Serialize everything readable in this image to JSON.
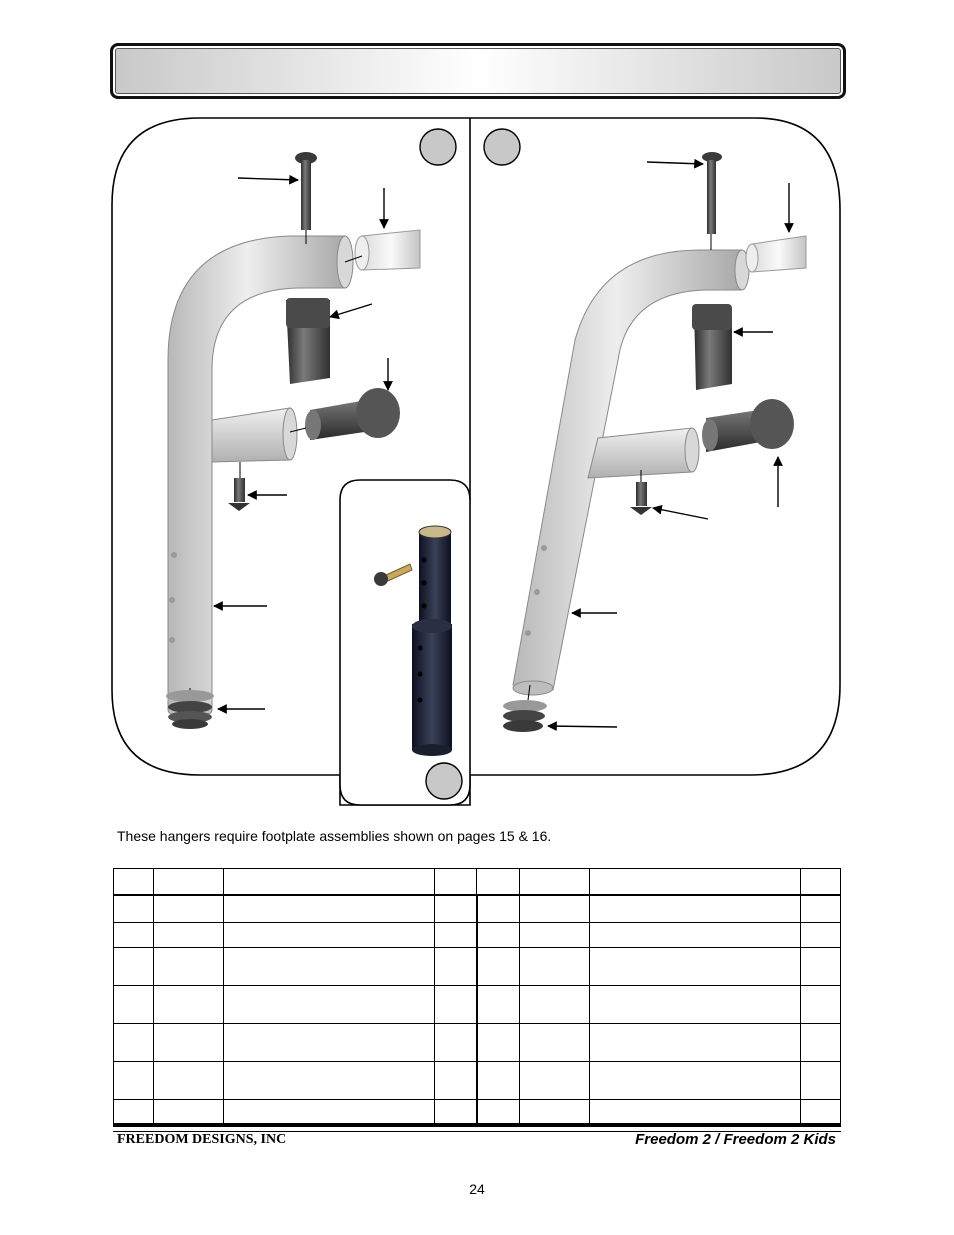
{
  "header": {
    "title": ""
  },
  "note": "These hangers require footplate assemblies shown on pages 15 & 16.",
  "parts_table": {
    "col_widths": [
      40,
      70,
      210,
      42,
      42,
      70,
      210,
      40
    ],
    "header": [
      "",
      "",
      "",
      "",
      "",
      "",
      "",
      ""
    ],
    "rows": [
      [
        "",
        "",
        "",
        "",
        "",
        "",
        "",
        ""
      ],
      [
        "",
        "",
        "",
        "",
        "",
        "",
        "",
        ""
      ],
      [
        "",
        "",
        "",
        "",
        "",
        "",
        "",
        ""
      ],
      [
        "",
        "",
        "",
        "",
        "",
        "",
        "",
        ""
      ],
      [
        "",
        "",
        "",
        "",
        "",
        "",
        "",
        ""
      ],
      [
        "",
        "",
        "",
        "",
        "",
        "",
        "",
        ""
      ],
      [
        "",
        "",
        "",
        "",
        "",
        "",
        "",
        ""
      ]
    ],
    "row_heights": [
      27,
      25,
      38,
      38,
      38,
      38,
      24
    ]
  },
  "footer": {
    "company": "FREEDOM DESIGNS, INC",
    "product": "Freedom 2 / Freedom 2 Kids",
    "page_number": "24"
  }
}
